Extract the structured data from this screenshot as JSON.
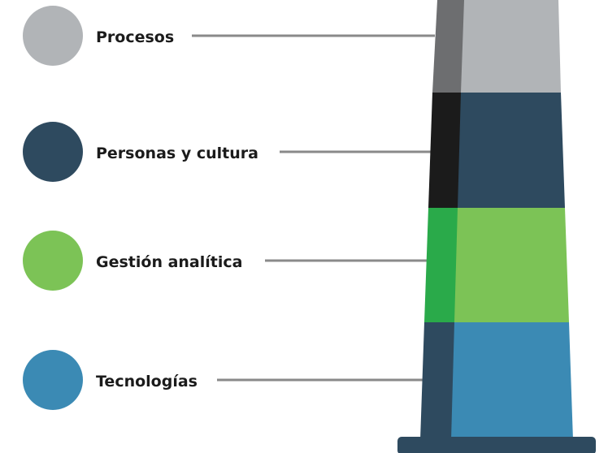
{
  "colors": {
    "procesos": "#b1b4b7",
    "procesos_side": "#6d6e70",
    "personas": "#2e4a5f",
    "personas_side": "#1b1b1b",
    "gestion": "#7cc356",
    "gestion_side": "#2aaa4a",
    "tecnologias": "#3b8ab4",
    "tecnologias_side": "#2e4a5f",
    "base": "#2e4a5f",
    "connector": "#8a8a8a"
  },
  "layers": [
    {
      "label": "Procesos",
      "circle_color": "#b1b4b7"
    },
    {
      "label": "Personas y cultura",
      "circle_color": "#2e4a5f"
    },
    {
      "label": "Gestión analítica",
      "circle_color": "#7cc356"
    },
    {
      "label": "Tecnologías",
      "circle_color": "#3b8ab4"
    }
  ]
}
